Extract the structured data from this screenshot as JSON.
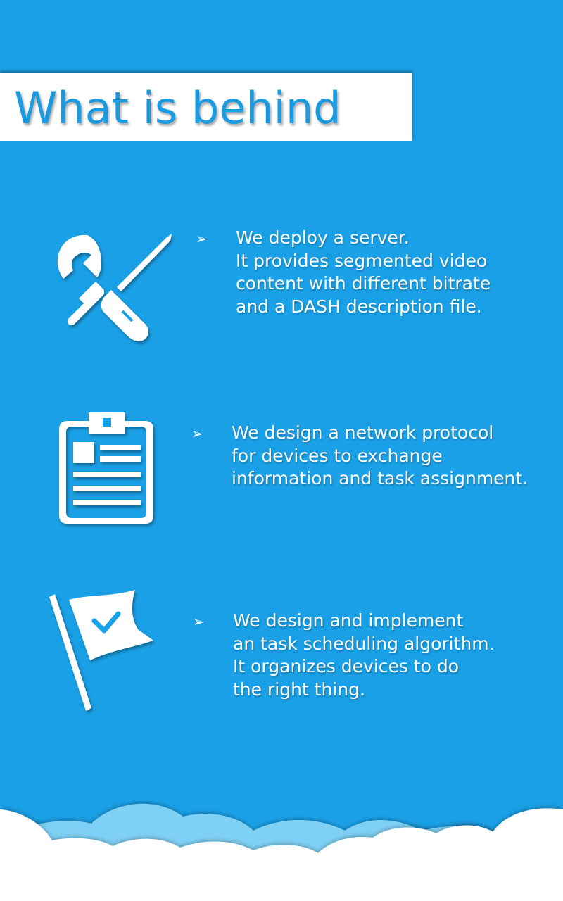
{
  "title": "What is behind",
  "colors": {
    "background": "#1aa0e6",
    "title_text": "#1a9ae0",
    "icon_fill": "#ffffff",
    "cloud_back": "#7fd0f5",
    "cloud_front": "#ffffff"
  },
  "items": [
    {
      "icon": "tools-icon",
      "bullet": "➢",
      "lines": [
        "We deploy a server.",
        "It provides segmented video",
        "content with different bitrate",
        "and a DASH description file."
      ]
    },
    {
      "icon": "clipboard-icon",
      "bullet": "➢",
      "lines": [
        "We design a network protocol",
        "for devices to exchange",
        "information and task assignment."
      ]
    },
    {
      "icon": "flag-check-icon",
      "bullet": "➢",
      "lines": [
        "We design and implement",
        "an task scheduling algorithm.",
        "It organizes devices to do",
        "the right thing."
      ]
    }
  ]
}
